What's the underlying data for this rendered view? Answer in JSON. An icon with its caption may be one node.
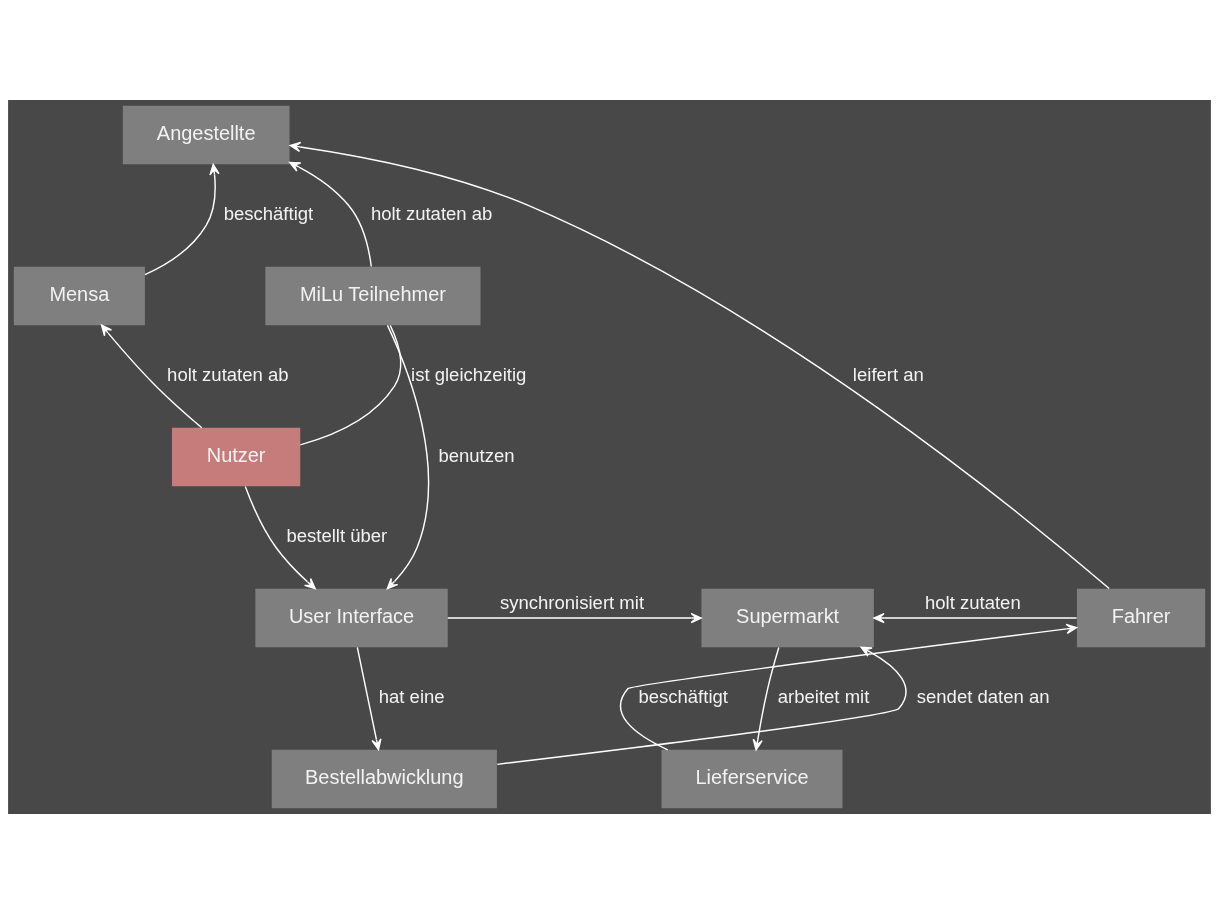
{
  "diagram": {
    "nodes": [
      {
        "text": [
          "Angestellte"
        ]
      },
      {
        "text": [
          "MiLu Teilnehmer"
        ]
      },
      {
        "text": [
          "Mensa"
        ]
      },
      {
        "text": [
          "Nutzer"
        ]
      },
      {
        "text": [
          "User Interface"
        ]
      },
      {
        "text": [
          "Supermarkt"
        ]
      },
      {
        "text": [
          "Fahrer"
        ]
      },
      {
        "text": [
          "Lieferservice"
        ]
      },
      {
        "text": [
          "Bestellabwicklung"
        ]
      }
    ],
    "edges": [
      {
        "from": 2,
        "to": 0,
        "arrow": "to",
        "label": "beschäftigt"
      },
      {
        "from": 1,
        "to": 0,
        "arrow": "to",
        "label": "holt zutaten ab"
      },
      {
        "from": 3,
        "to": 2,
        "arrow": "to",
        "label": "holt zutaten ab"
      },
      {
        "from": 3,
        "to": 1,
        "arrow": "none",
        "label": "ist gleichzeitig"
      },
      {
        "from": 3,
        "to": 4,
        "arrow": "to",
        "label": "bestellt über"
      },
      {
        "from": 4,
        "to": 5,
        "arrow": "to",
        "label": "synchronisiert mit"
      },
      {
        "from": 4,
        "to": 8,
        "arrow": "to",
        "label": "hat eine"
      },
      {
        "from": 8,
        "to": 5,
        "arrow": "to",
        "label": "sendet daten an"
      },
      {
        "from": 5,
        "to": 7,
        "arrow": "to",
        "label": "arbeitet mit"
      },
      {
        "from": 7,
        "to": 6,
        "arrow": "to",
        "label": "beschäftigt"
      },
      {
        "from": 6,
        "to": 5,
        "arrow": "to",
        "label": "holt zutaten"
      },
      {
        "from": 6,
        "to": 0,
        "arrow": "to",
        "label": "leifert an"
      },
      {
        "from": 1,
        "to": 4,
        "arrow": "to",
        "label": "benutzen"
      }
    ]
  }
}
